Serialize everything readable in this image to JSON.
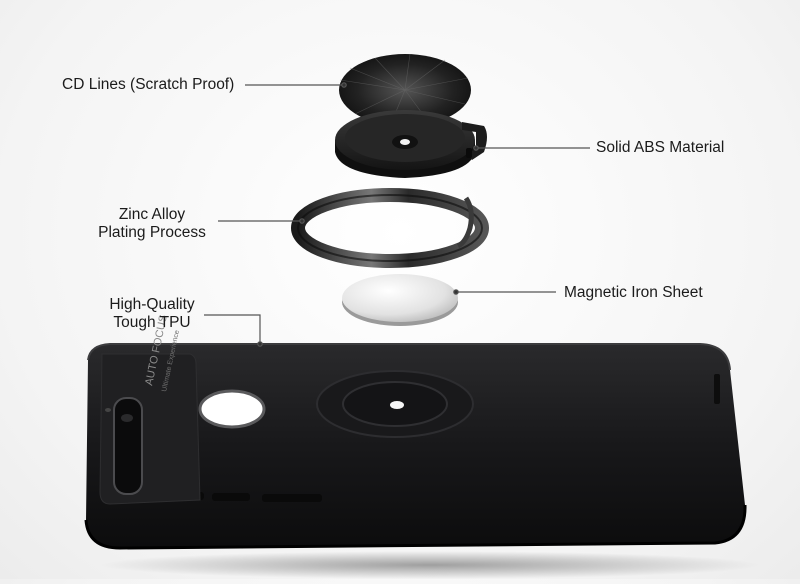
{
  "callouts": {
    "cd_lines": "CD Lines (Scratch Proof)",
    "solid_abs": "Solid ABS Material",
    "zinc_alloy_line1": "Zinc Alloy",
    "zinc_alloy_line2": "Plating Process",
    "magnetic_iron": "Magnetic Iron Sheet",
    "tpu_line1": "High-Quality",
    "tpu_line2": "Tough TPU"
  },
  "case_print": {
    "line1": "AUTO FOCUS",
    "line2": "Ultimate Experience"
  },
  "colors": {
    "case": "#1c1c1e",
    "ring_metal": "#2a2a2e",
    "iron_sheet": "#e6e6e6",
    "leader_line": "#555555"
  }
}
